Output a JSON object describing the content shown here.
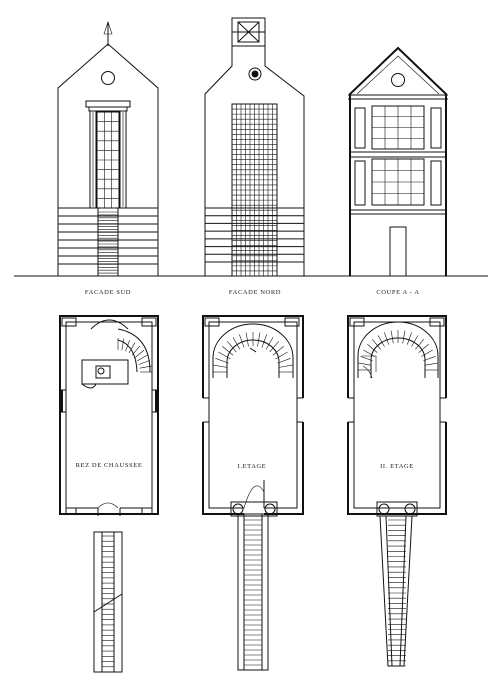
{
  "labels": {
    "facade_sud": "FACADE SUD",
    "facade_nord": "FACADE NORD",
    "coupe": "COUPE   A - A",
    "rez": "REZ DE CHAUSSEE",
    "etage1": "I.ETAGE",
    "etage2": "II. ETAGE"
  },
  "colors": {
    "ink": "#111111",
    "paper": "#ffffff"
  }
}
